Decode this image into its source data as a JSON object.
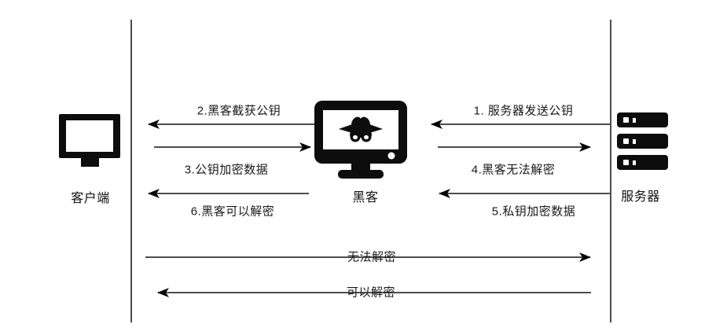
{
  "diagram": {
    "title": "HTTPS man-in-the-middle key exchange diagram",
    "entities": {
      "client": {
        "label": "客户端",
        "icon": "desktop-monitor-icon"
      },
      "hacker": {
        "label": "黑客",
        "icon": "hacker-spy-monitor-icon"
      },
      "server": {
        "label": "服务器",
        "icon": "server-rack-icon"
      }
    },
    "messages": {
      "m1": "1. 服务器发送公钥",
      "m2": "2.黑客截获公钥",
      "m3": "3.公钥加密数据",
      "m4": "4.黑客无法解密",
      "m5": "5.私钥加密数据",
      "m6": "6.黑客可以解密",
      "bottom_cannot": "无法解密",
      "bottom_can": "可以解密"
    },
    "colors": {
      "background": "#ffffff",
      "line": "#4d4d4d",
      "arrowhead": "#000000",
      "icon": "#0d0d0d",
      "text": "#1a1a1a"
    }
  }
}
